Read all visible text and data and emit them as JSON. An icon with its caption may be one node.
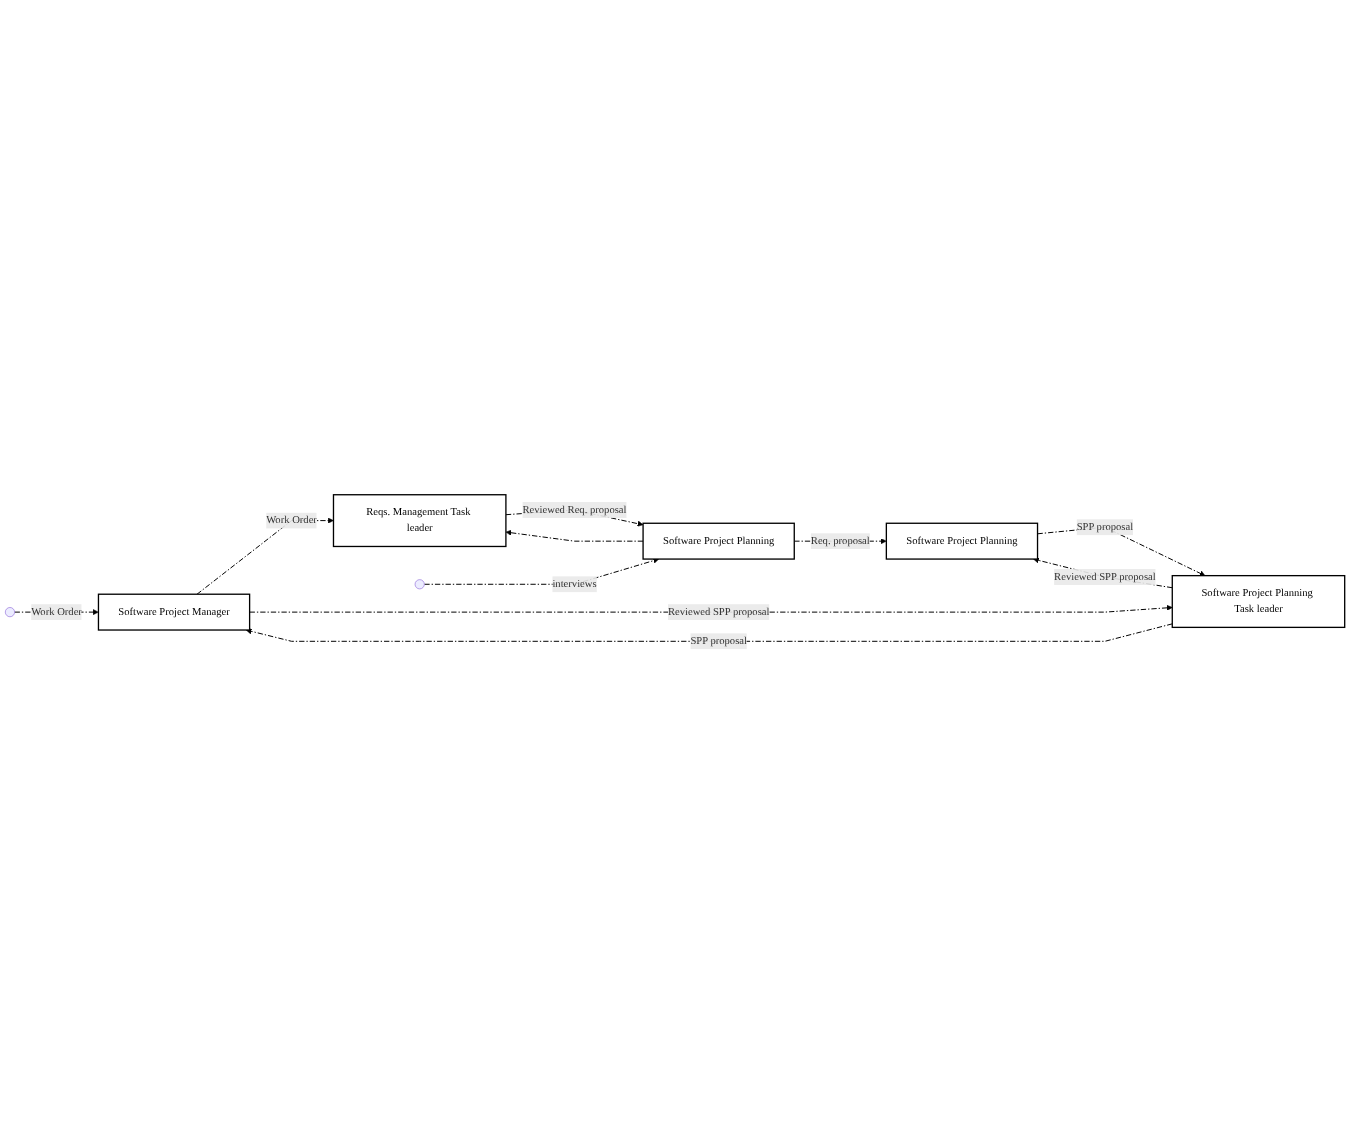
{
  "diagram": {
    "nodes": [
      {
        "text": [
          "Software Project Manager"
        ]
      },
      {
        "text": [
          "Reqs. Management Task leader"
        ]
      },
      {
        "text": [
          "Software Project Planning"
        ]
      },
      {
        "text": [
          "Software Project Planning Task leader"
        ]
      },
      {
        "text": [
          "Software Project Planning"
        ]
      }
    ],
    "edges": [
      {
        "from": null,
        "to": 0,
        "arrow": "to",
        "label": "Work Order",
        "style": "dashed"
      },
      {
        "from": null,
        "to": 2,
        "arrow": "to",
        "label": "interviews",
        "style": "dashed"
      },
      {
        "from": 0,
        "to": 1,
        "arrow": "to",
        "label": "Work Order",
        "style": "dashed"
      },
      {
        "from": 1,
        "to": 2,
        "arrow": "to",
        "label": "Reviewed Req. proposal",
        "style": "dashed"
      },
      {
        "from": 2,
        "to": 1,
        "arrow": "to",
        "style": "dashed"
      },
      {
        "from": 2,
        "to": 4,
        "arrow": "to",
        "label": "Req. proposal",
        "style": "dashed"
      },
      {
        "from": 0,
        "to": 3,
        "arrow": "to",
        "label": "Reviewed SPP proposal",
        "style": "dashed"
      },
      {
        "from": 3,
        "to": 0,
        "arrow": "to",
        "label": "SPP proposal",
        "style": "dashed"
      },
      {
        "from": 3,
        "to": 4,
        "arrow": "to",
        "label": "Reviewed SPP proposal",
        "style": "dashed"
      },
      {
        "from": 4,
        "to": 3,
        "arrow": "to",
        "label": "SPP proposal",
        "style": "dashed"
      }
    ]
  }
}
